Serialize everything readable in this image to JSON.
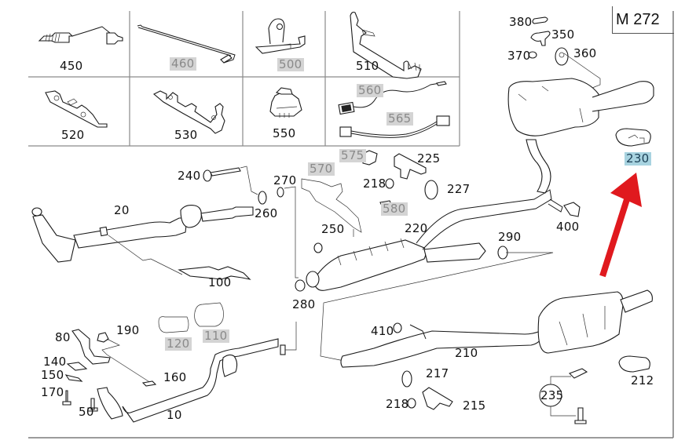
{
  "diagram": {
    "title": "M 272",
    "type": "exploded parts diagram - exhaust system",
    "highlight_color": "#a8d3e0",
    "arrow_color": "#e0191e",
    "greyed_color": "#d4d4d4",
    "arrow_target": "230"
  },
  "grid_parts": [
    {
      "id": "450",
      "label": "450",
      "style": "normal"
    },
    {
      "id": "460",
      "label": "460",
      "style": "grey"
    },
    {
      "id": "500",
      "label": "500",
      "style": "grey"
    },
    {
      "id": "510",
      "label": "510",
      "style": "normal"
    },
    {
      "id": "520",
      "label": "520",
      "style": "normal"
    },
    {
      "id": "530",
      "label": "530",
      "style": "normal"
    },
    {
      "id": "550",
      "label": "550",
      "style": "normal"
    },
    {
      "id": "560",
      "label": "560",
      "style": "grey"
    },
    {
      "id": "565",
      "label": "565",
      "style": "grey"
    }
  ],
  "callouts": [
    {
      "id": "380",
      "label": "380",
      "style": "normal"
    },
    {
      "id": "350",
      "label": "350",
      "style": "normal"
    },
    {
      "id": "370",
      "label": "370",
      "style": "normal"
    },
    {
      "id": "360",
      "label": "360",
      "style": "normal"
    },
    {
      "id": "230",
      "label": "230",
      "style": "highlight"
    },
    {
      "id": "575",
      "label": "575",
      "style": "grey"
    },
    {
      "id": "225",
      "label": "225",
      "style": "normal"
    },
    {
      "id": "570",
      "label": "570",
      "style": "grey"
    },
    {
      "id": "240",
      "label": "240",
      "style": "normal"
    },
    {
      "id": "270",
      "label": "270",
      "style": "normal"
    },
    {
      "id": "218a",
      "label": "218",
      "style": "normal"
    },
    {
      "id": "227",
      "label": "227",
      "style": "normal"
    },
    {
      "id": "580",
      "label": "580",
      "style": "grey"
    },
    {
      "id": "20",
      "label": "20",
      "style": "normal"
    },
    {
      "id": "260",
      "label": "260",
      "style": "normal"
    },
    {
      "id": "400",
      "label": "400",
      "style": "normal"
    },
    {
      "id": "250",
      "label": "250",
      "style": "normal"
    },
    {
      "id": "220",
      "label": "220",
      "style": "normal"
    },
    {
      "id": "290",
      "label": "290",
      "style": "normal"
    },
    {
      "id": "100",
      "label": "100",
      "style": "normal"
    },
    {
      "id": "280",
      "label": "280",
      "style": "normal"
    },
    {
      "id": "190",
      "label": "190",
      "style": "normal"
    },
    {
      "id": "80",
      "label": "80",
      "style": "normal"
    },
    {
      "id": "120",
      "label": "120",
      "style": "grey"
    },
    {
      "id": "110",
      "label": "110",
      "style": "grey"
    },
    {
      "id": "410",
      "label": "410",
      "style": "normal"
    },
    {
      "id": "210",
      "label": "210",
      "style": "normal"
    },
    {
      "id": "140",
      "label": "140",
      "style": "normal"
    },
    {
      "id": "150",
      "label": "150",
      "style": "normal"
    },
    {
      "id": "160",
      "label": "160",
      "style": "normal"
    },
    {
      "id": "217",
      "label": "217",
      "style": "normal"
    },
    {
      "id": "212",
      "label": "212",
      "style": "normal"
    },
    {
      "id": "170",
      "label": "170",
      "style": "normal"
    },
    {
      "id": "235",
      "label": "235",
      "style": "normal"
    },
    {
      "id": "50",
      "label": "50",
      "style": "normal"
    },
    {
      "id": "10",
      "label": "10",
      "style": "normal"
    },
    {
      "id": "218b",
      "label": "218",
      "style": "normal"
    },
    {
      "id": "215",
      "label": "215",
      "style": "normal"
    }
  ]
}
